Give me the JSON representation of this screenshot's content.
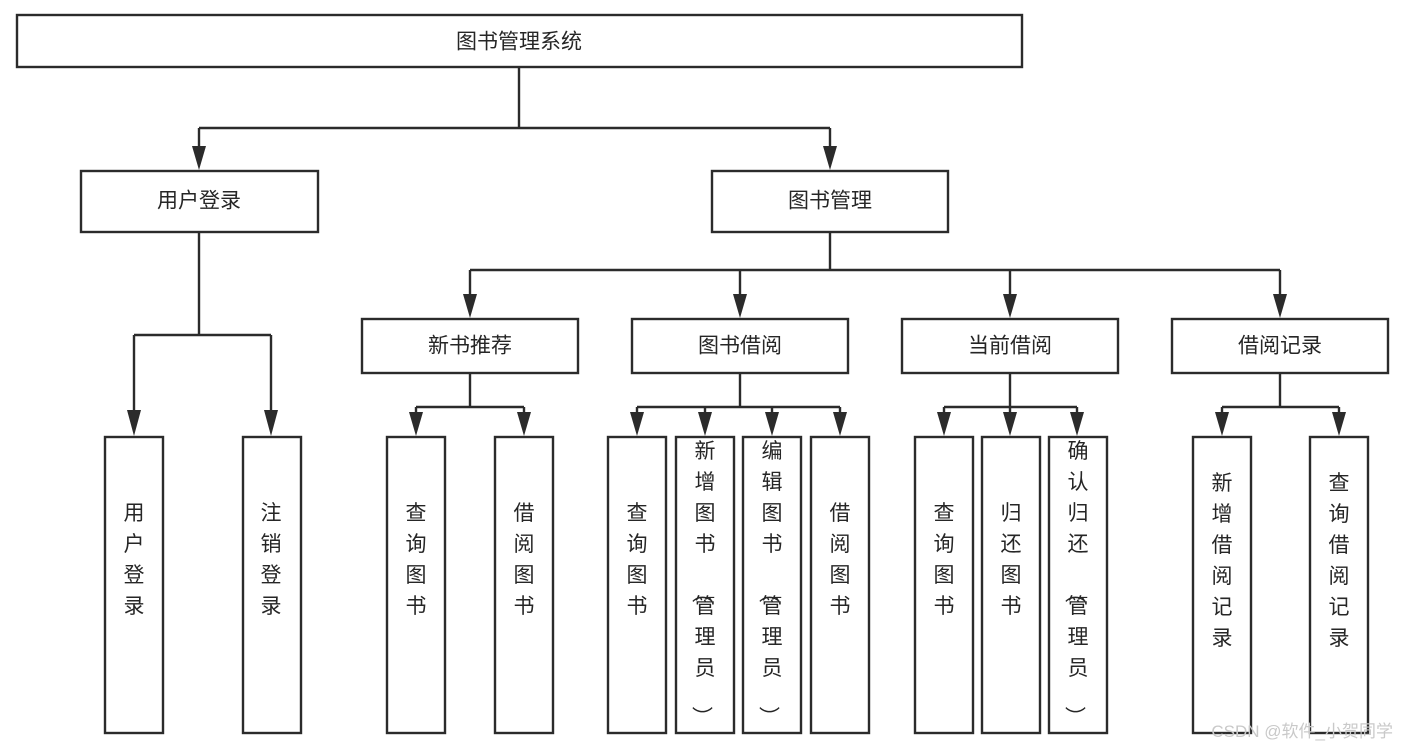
{
  "diagram": {
    "title": "图书管理系统",
    "watermark": "CSDN @软件_小贺同学",
    "type": "tree",
    "orientation": "top-down",
    "colors": {
      "box_stroke": "#2b2b2b",
      "box_fill": "#ffffff",
      "text": "#262626",
      "connector": "#2b2b2b",
      "background": "#ffffff",
      "watermark": "#c9c9c9"
    },
    "root": {
      "label": "图书管理系统"
    },
    "level2": [
      {
        "label": "用户登录"
      },
      {
        "label": "图书管理"
      }
    ],
    "level3": [
      {
        "label": "新书推荐"
      },
      {
        "label": "图书借阅"
      },
      {
        "label": "当前借阅"
      },
      {
        "label": "借阅记录"
      }
    ],
    "leaves_user_login": [
      {
        "label": "用户登录"
      },
      {
        "label": "注销登录"
      }
    ],
    "leaves_new_book": [
      {
        "label": "查询图书"
      },
      {
        "label": "借阅图书"
      }
    ],
    "leaves_borrow": [
      {
        "label": "查询图书"
      },
      {
        "label": "新增图书（管理员）"
      },
      {
        "label": "编辑图书（管理员）"
      },
      {
        "label": "借阅图书"
      }
    ],
    "leaves_current": [
      {
        "label": "查询图书"
      },
      {
        "label": "归还图书"
      },
      {
        "label": "确认归还（管理员）"
      }
    ],
    "leaves_record": [
      {
        "label": "新增借阅记录"
      },
      {
        "label": "查询借阅记录"
      }
    ]
  }
}
